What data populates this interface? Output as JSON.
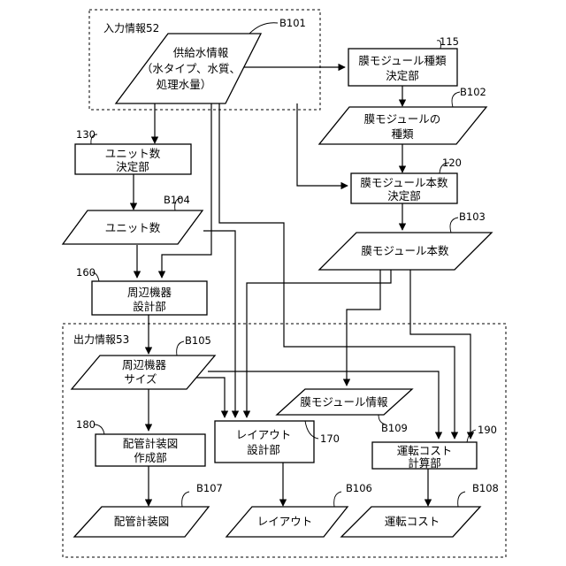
{
  "regions": {
    "input": {
      "label": "入力情報52"
    },
    "output": {
      "label": "出力情報53"
    }
  },
  "nodes": {
    "supply_water_info": {
      "ref": "B101",
      "lines": [
        "供給水情報",
        "（水タイプ、水質、",
        "処理水量）"
      ]
    },
    "membrane_type_decider": {
      "ref": "115",
      "lines": [
        "膜モジュール種類",
        "決定部"
      ]
    },
    "membrane_type": {
      "ref": "B102",
      "lines": [
        "膜モジュールの",
        "種類"
      ]
    },
    "unit_count_decider": {
      "ref": "130",
      "lines": [
        "ユニット数",
        "決定部"
      ]
    },
    "membrane_count_decider": {
      "ref": "120",
      "lines": [
        "膜モジュール本数",
        "決定部"
      ]
    },
    "unit_count": {
      "ref": "B104",
      "lines": [
        "ユニット数"
      ]
    },
    "membrane_count": {
      "ref": "B103",
      "lines": [
        "膜モジュール本数"
      ]
    },
    "peripheral_designer": {
      "ref": "160",
      "lines": [
        "周辺機器",
        "設計部"
      ]
    },
    "peripheral_size": {
      "ref": "B105",
      "lines": [
        "周辺機器",
        "サイズ"
      ]
    },
    "membrane_info": {
      "ref": "B109",
      "lines": [
        "膜モジュール情報"
      ]
    },
    "piping_drawing_creator": {
      "ref": "180",
      "lines": [
        "配管計装図",
        "作成部"
      ]
    },
    "layout_designer": {
      "ref": "170",
      "lines": [
        "レイアウト",
        "設計部"
      ]
    },
    "operating_cost_calculator": {
      "ref": "190",
      "lines": [
        "運転コスト",
        "計算部"
      ]
    },
    "piping_drawing": {
      "ref": "B107",
      "lines": [
        "配管計装図"
      ]
    },
    "layout": {
      "ref": "B106",
      "lines": [
        "レイアウト"
      ]
    },
    "operating_cost": {
      "ref": "B108",
      "lines": [
        "運転コスト"
      ]
    }
  }
}
